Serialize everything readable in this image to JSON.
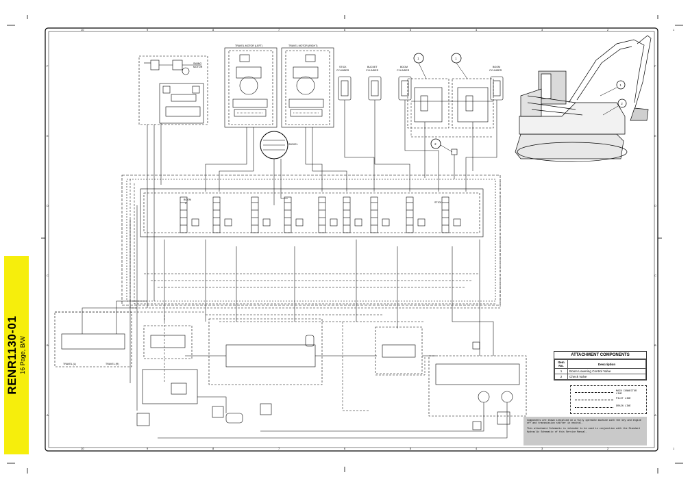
{
  "side_tab": {
    "doc_number": "RENR1130-01",
    "subtitle": "16 Page, B/W"
  },
  "grid": {
    "top_numbers": [
      "10",
      "9",
      "8",
      "7",
      "6",
      "5",
      "4",
      "3",
      "2",
      "1"
    ],
    "side_letters": [
      "F",
      "E",
      "D",
      "C",
      "B",
      "A"
    ]
  },
  "labels": {
    "swing_motor": "SWING\nMOTOR",
    "travel_motor_left": "TRAVEL MOTOR (LEFT)",
    "travel_motor_right": "TRAVEL MOTOR (RIGHT)",
    "stick_cylinder": "STICK\nCYLINDER",
    "bucket_cylinder": "BUCKET\nCYLINDER",
    "boom_cylinder_1": "BOOM\nCYLINDER",
    "boom_cylinder_2": "BOOM\nCYLINDER",
    "swivel": "SWIVEL",
    "travel_l": "TRAVEL (L)",
    "travel_r": "TRAVEL (R)",
    "boom_ii": "BOOM\nII",
    "stick": "STICK",
    "callout_1": "1",
    "callout_2": "2"
  },
  "attachment_table": {
    "title": "ATTACHMENT COMPONENTS",
    "col_item": "Item\nNo.",
    "col_desc": "Description",
    "rows": [
      {
        "no": "1",
        "desc": "Boom Lowering Control Valve"
      },
      {
        "no": "2",
        "desc": "Check Valve"
      }
    ]
  },
  "legend": {
    "main_line": "MAIN CONNECTOR LINE",
    "pilot_line": "PILOT LINE",
    "drain_line": "DRAIN LINE"
  },
  "note": {
    "line1": "Components are shown installed on a fully operable machine with the key and engine off and transmission shifter in neutral.",
    "line2": "This attachment Schematic is intended to be used in conjunction with the Standard Hydraulic Schematic of this Service Manual."
  },
  "colors": {
    "tab_yellow": "#f6ee0c",
    "ink": "#000000",
    "note_gray": "#c9c9c9"
  }
}
